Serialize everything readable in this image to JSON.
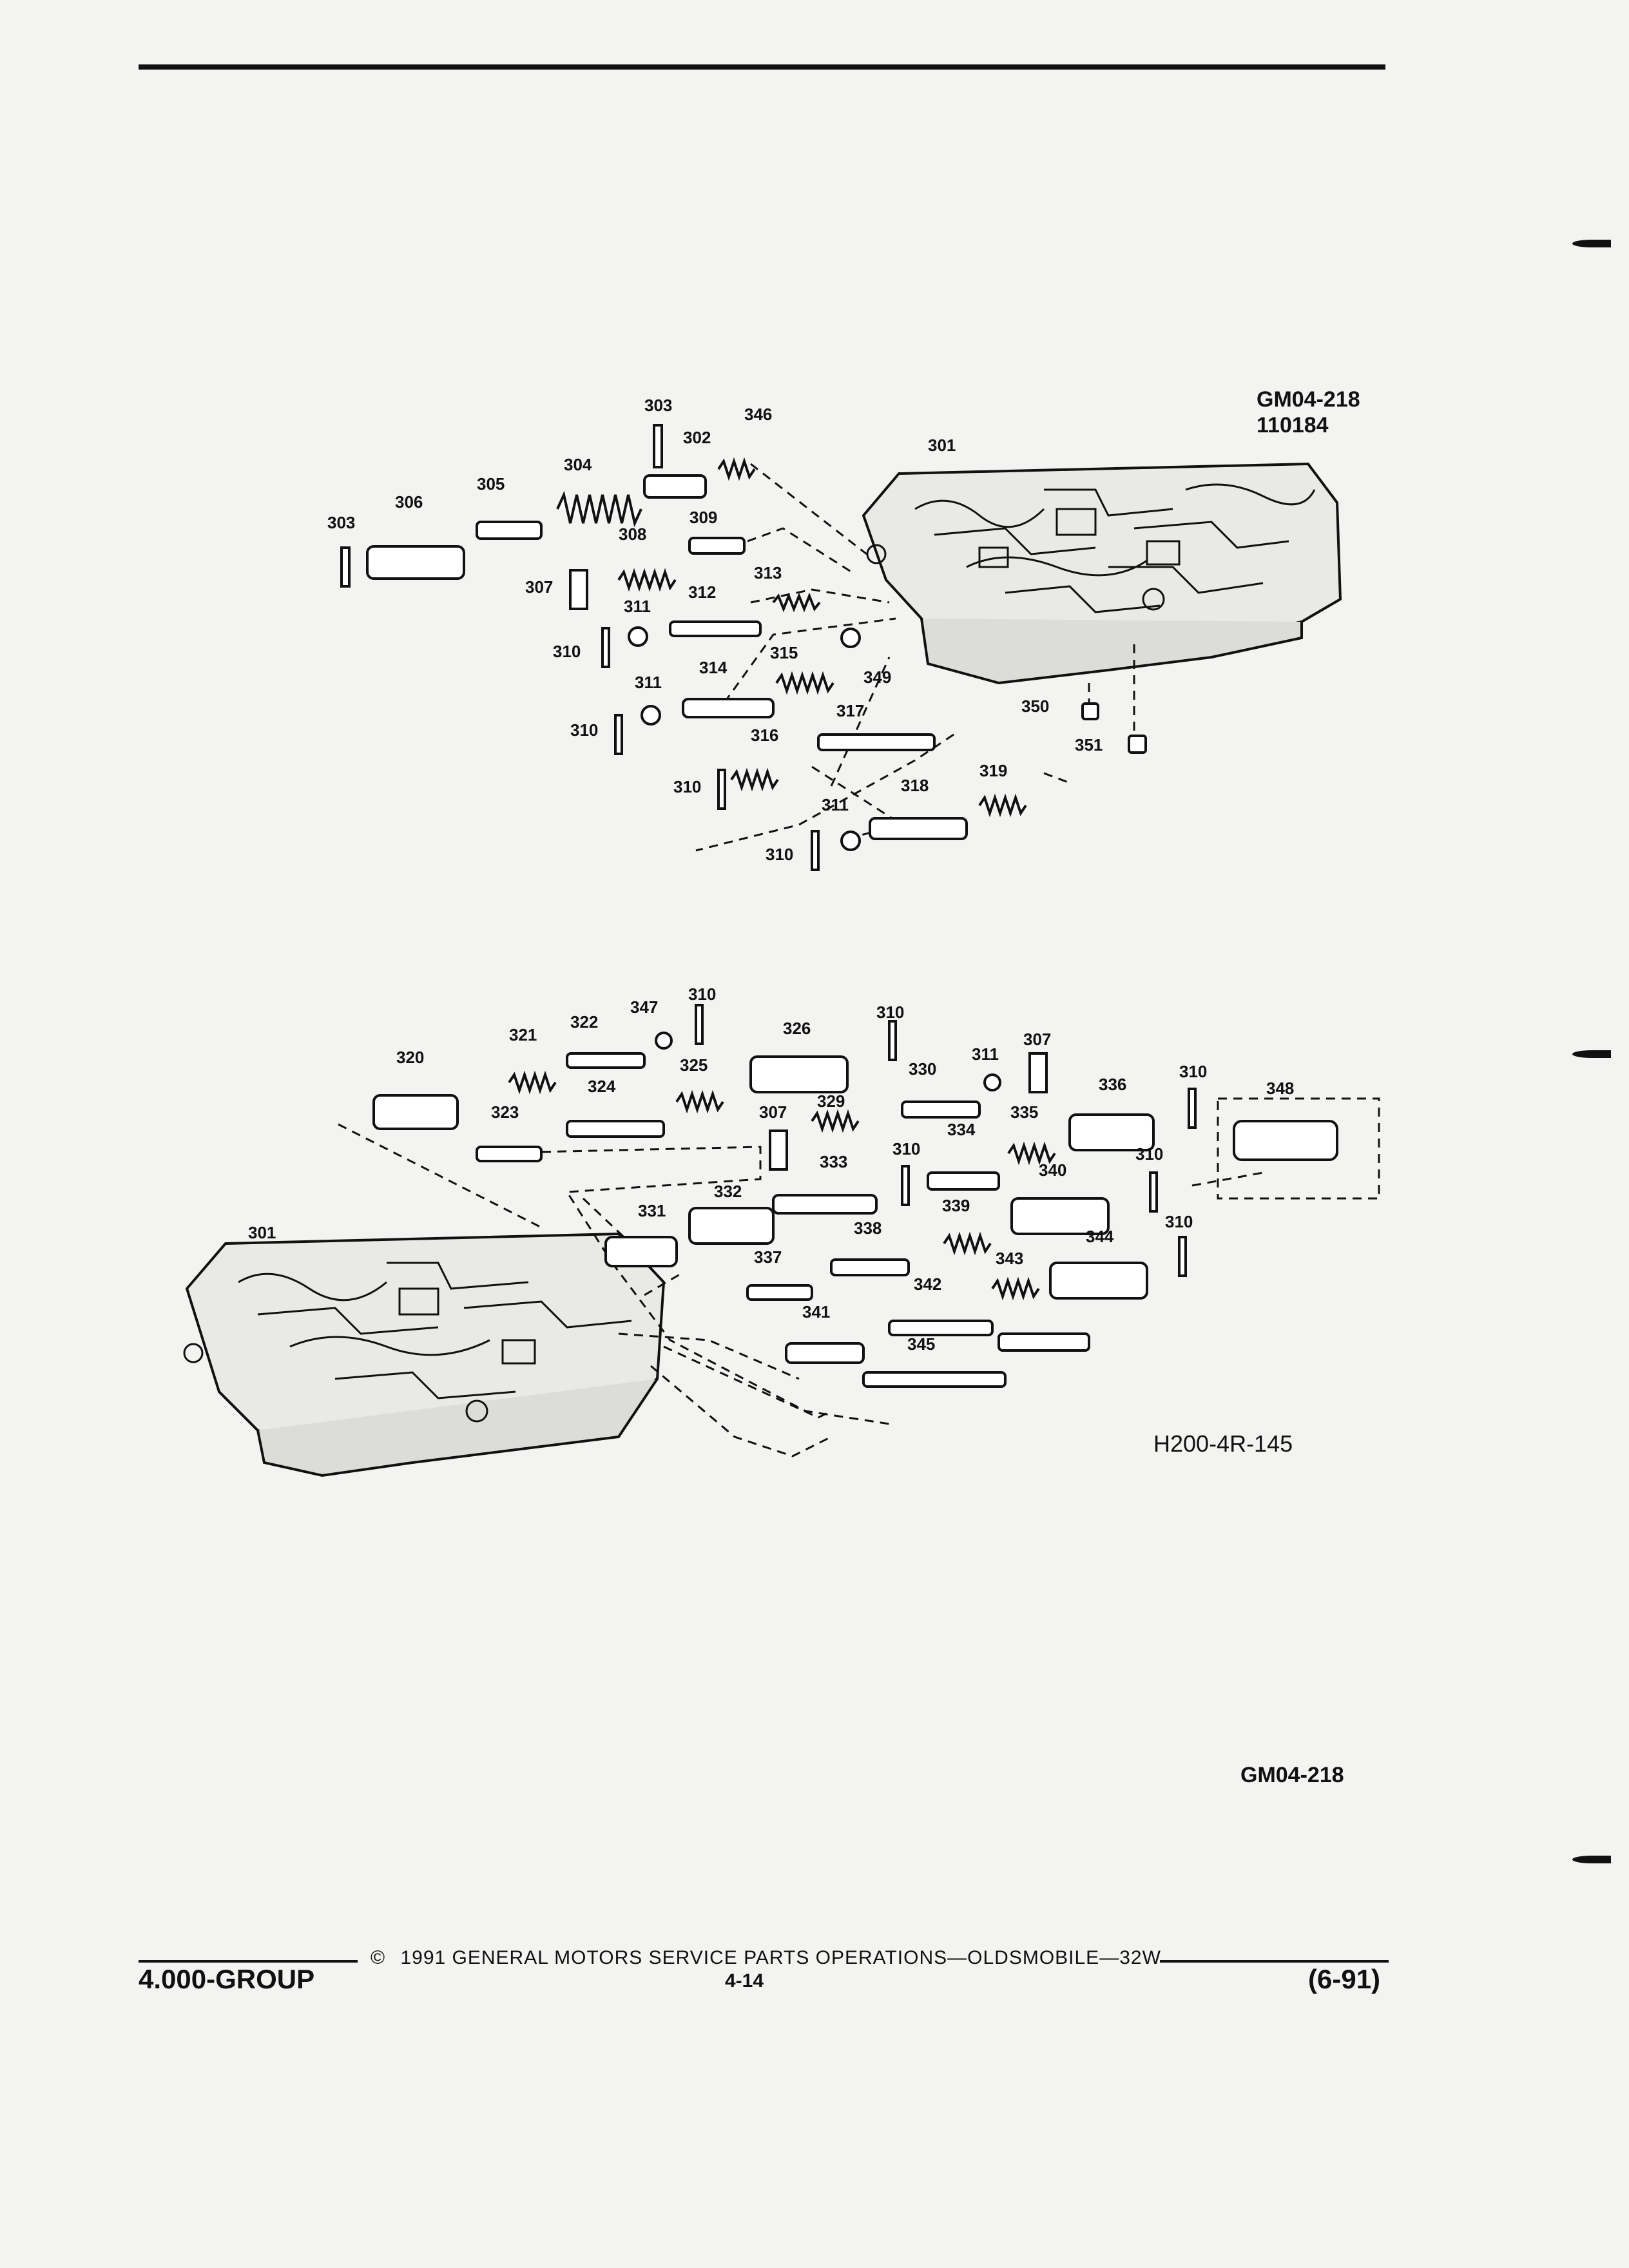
{
  "figure": {
    "top_code": "GM04-218",
    "top_number": "110184",
    "diagram_code": "H200-4R-145",
    "bottom_code": "GM04-218"
  },
  "callouts": {
    "upper": [
      "303",
      "346",
      "302",
      "301",
      "304",
      "305",
      "306",
      "303",
      "309",
      "308",
      "307",
      "311",
      "312",
      "313",
      "310",
      "314",
      "315",
      "349",
      "311",
      "310",
      "317",
      "350",
      "316",
      "351",
      "310",
      "319",
      "318",
      "311",
      "310"
    ],
    "lower": [
      "310",
      "347",
      "322",
      "321",
      "320",
      "310",
      "326",
      "307",
      "311",
      "330",
      "325",
      "324",
      "323",
      "329",
      "307",
      "336",
      "310",
      "348",
      "335",
      "334",
      "310",
      "333",
      "310",
      "340",
      "332",
      "331",
      "339",
      "310",
      "301",
      "338",
      "344",
      "343",
      "337",
      "342",
      "341",
      "345"
    ]
  },
  "footer": {
    "copyright_symbol": "©",
    "copyright_text": "1991 GENERAL MOTORS SERVICE PARTS OPERATIONS—OLDSMOBILE—32W",
    "group": "4.000-GROUP",
    "page_number": "4-14",
    "date": "(6-91)"
  }
}
